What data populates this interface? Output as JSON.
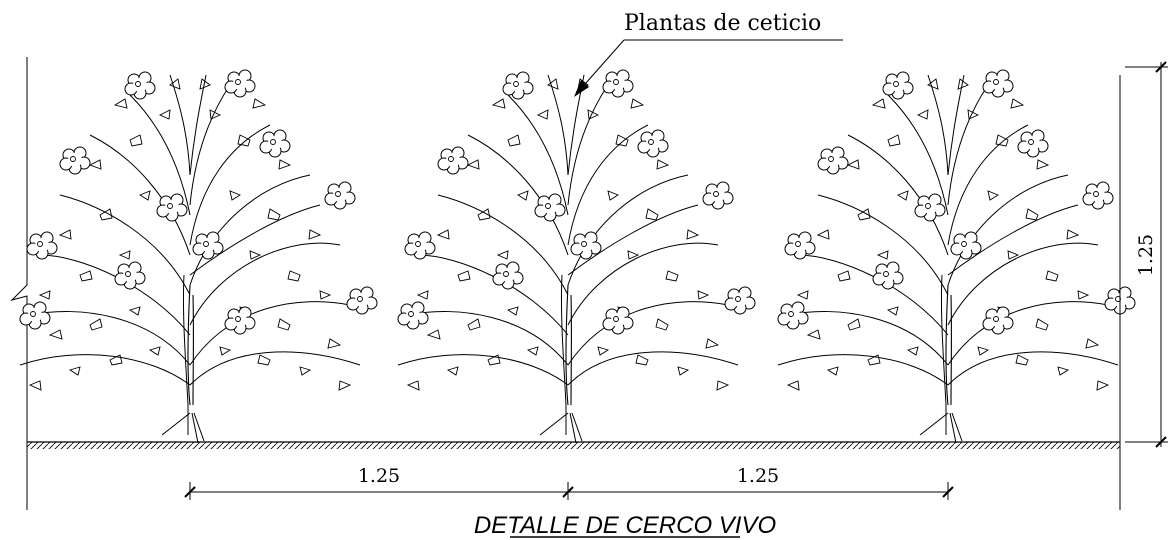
{
  "plant_label": "Plantas de ceticio",
  "title": "DETALLE DE CERCO VIVO",
  "dimensions": {
    "spacing_1": "1.25",
    "spacing_2": "1.25",
    "height": "1.25"
  },
  "plant_count": 3
}
